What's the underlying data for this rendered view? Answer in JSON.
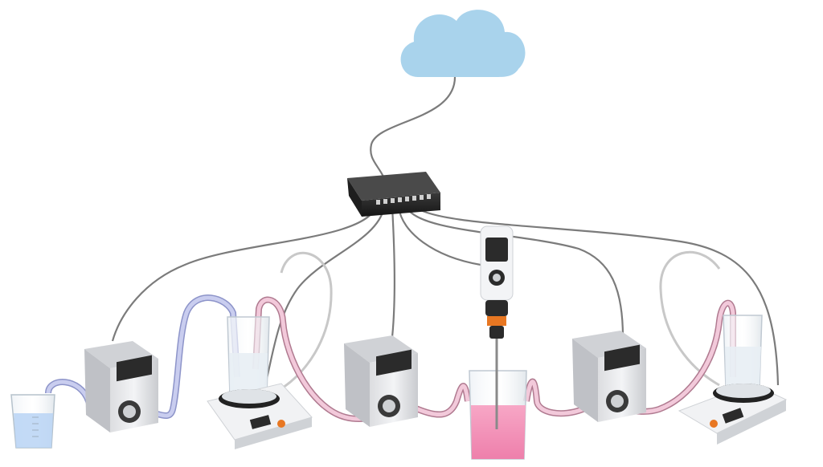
{
  "diagram": {
    "cloud": {
      "name": "cloud",
      "fill": "#a9d3ec"
    },
    "gateway": {
      "name": "network-hub",
      "ports": 8
    },
    "colors": {
      "cable": "#7a7a7a",
      "tube_blue": "#b8bde8",
      "tube_pink": "#d9a8be",
      "liquid_blue": "#b9d3f5",
      "liquid_pink": "#f28fb5",
      "stirrer_accent": "#e87722",
      "device_body": "#e9eaec",
      "device_dark": "#2b2b2b"
    },
    "devices": [
      {
        "id": "pump-1",
        "type": "peristaltic-pump"
      },
      {
        "id": "stirrer-1",
        "type": "magnetic-stirrer"
      },
      {
        "id": "pump-2",
        "type": "peristaltic-pump"
      },
      {
        "id": "overhead-stirrer",
        "type": "overhead-stirrer"
      },
      {
        "id": "pump-3",
        "type": "peristaltic-pump"
      },
      {
        "id": "stirrer-2",
        "type": "magnetic-stirrer"
      }
    ],
    "vessels": [
      {
        "id": "beaker-source",
        "liquid": "blue"
      },
      {
        "id": "cylinder-1",
        "liquid": "clear"
      },
      {
        "id": "beaker-reactor",
        "liquid": "pink"
      },
      {
        "id": "cylinder-2",
        "liquid": "clear"
      }
    ]
  }
}
